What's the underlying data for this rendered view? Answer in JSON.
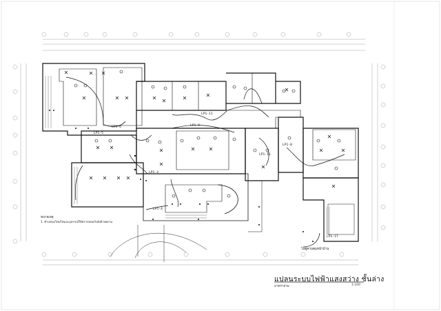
{
  "sheet": {
    "title": "แปลนระบบไฟฟ้าแสงสว่าง  ชั้นล่าง",
    "subtitle_left": "มาตราส่วน",
    "subtitle_right": "1:100"
  },
  "notes": {
    "heading": "หมายเหตุ",
    "items": [
      "1. ตำแหน่งโคมไฟและอุปกรณ์ให้ตรวจสอบกับผังฝ้าเพดาน"
    ]
  },
  "panels": [
    {
      "id": "lp1",
      "label": "LP1-6"
    },
    {
      "id": "lp2",
      "label": "LP1-5"
    },
    {
      "id": "lp3",
      "label": "LP1-9"
    },
    {
      "id": "lp4",
      "label": "LP1-11"
    },
    {
      "id": "lp5",
      "label": "LP1-3"
    },
    {
      "id": "lp6",
      "label": "LP1-4"
    },
    {
      "id": "lp7",
      "label": "LP1-13"
    },
    {
      "id": "lp8",
      "label": "LP1-8"
    },
    {
      "id": "lp9",
      "label": "LP1-17"
    }
  ],
  "callout": "ไปตู้ควบคุมหน้าบ้าน",
  "colors": {
    "ink": "#111111",
    "grid": "#999999",
    "paper": "#ffffff"
  }
}
